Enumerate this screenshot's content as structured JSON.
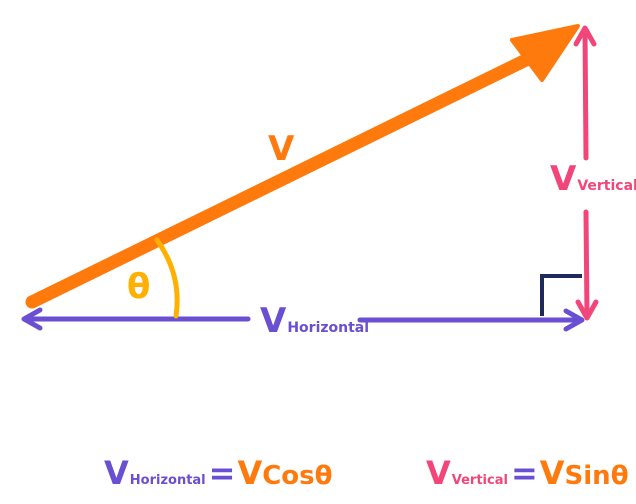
{
  "colors": {
    "resultant": "#FF7A0D",
    "horizontal": "#6A4FD3",
    "vertical": "#F2467A",
    "angle": "#FFB000",
    "right_angle": "#1F2A5C",
    "background": "#FFFFFF"
  },
  "labels": {
    "resultant": "V",
    "angle": "θ",
    "horizontal_main": "V",
    "horizontal_sub": "Horizontal",
    "vertical_main": "V",
    "vertical_sub": "Vertical"
  },
  "equations": {
    "horizontal": {
      "main": "V",
      "sub": "Horizontal",
      "equals": "=",
      "v": "V",
      "func": "Cos",
      "theta": "θ"
    },
    "vertical": {
      "main": "V",
      "sub": "Vertical",
      "equals": "=",
      "v": "V",
      "func": "Sin",
      "theta": "θ"
    }
  }
}
